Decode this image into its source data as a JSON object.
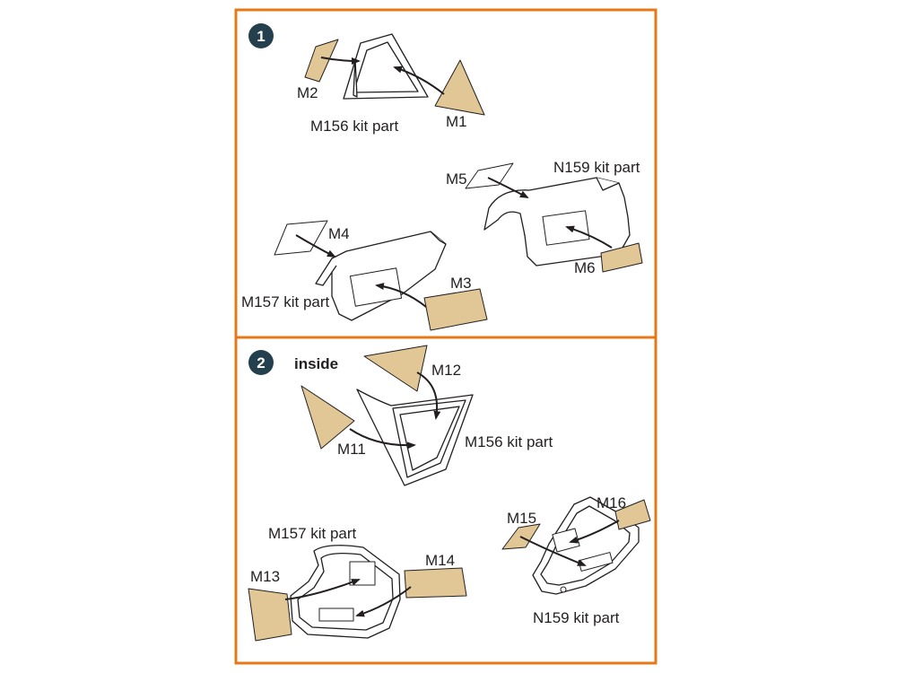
{
  "colors": {
    "frame": "#e77817",
    "badge": "#24404f",
    "mask": "#e2c796",
    "line": "#231f20"
  },
  "steps": [
    {
      "number": "1",
      "parts": {
        "m156": "M156 kit part",
        "n159": "N159 kit part",
        "m157": "M157 kit part"
      },
      "masks": {
        "m1": "M1",
        "m2": "M2",
        "m3": "M3",
        "m4": "M4",
        "m5": "M5",
        "m6": "M6"
      }
    },
    {
      "number": "2",
      "note": "inside",
      "parts": {
        "m156": "M156 kit part",
        "m157": "M157 kit part",
        "n159": "N159 kit part"
      },
      "masks": {
        "m11": "M11",
        "m12": "M12",
        "m13": "M13",
        "m14": "M14",
        "m15": "M15",
        "m16": "M16"
      }
    }
  ]
}
